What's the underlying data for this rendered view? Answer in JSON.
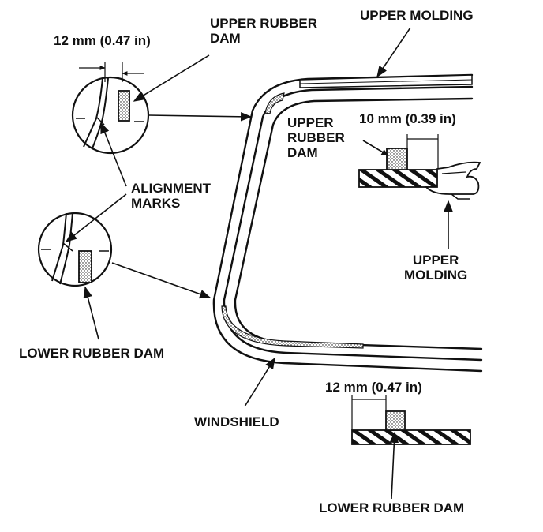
{
  "labels": {
    "upper_molding_top": "UPPER MOLDING",
    "upper_rubber_dam_top": [
      "UPPER RUBBER",
      "DAM"
    ],
    "dim_12mm_top": "12 mm (0.47 in)",
    "upper_rubber_dam_mid": [
      "UPPER",
      "RUBBER",
      "DAM"
    ],
    "dim_10mm": "10 mm (0.39 in)",
    "alignment_marks": [
      "ALIGNMENT",
      "MARKS"
    ],
    "upper_molding_mid": [
      "UPPER",
      "MOLDING"
    ],
    "lower_rubber_dam_left": "LOWER RUBBER DAM",
    "windshield": "WINDSHIELD",
    "dim_12mm_bottom": "12 mm (0.47 in)",
    "lower_rubber_dam_bottom": "LOWER RUBBER DAM"
  },
  "colors": {
    "ink": "#111111",
    "paper": "#ffffff"
  }
}
